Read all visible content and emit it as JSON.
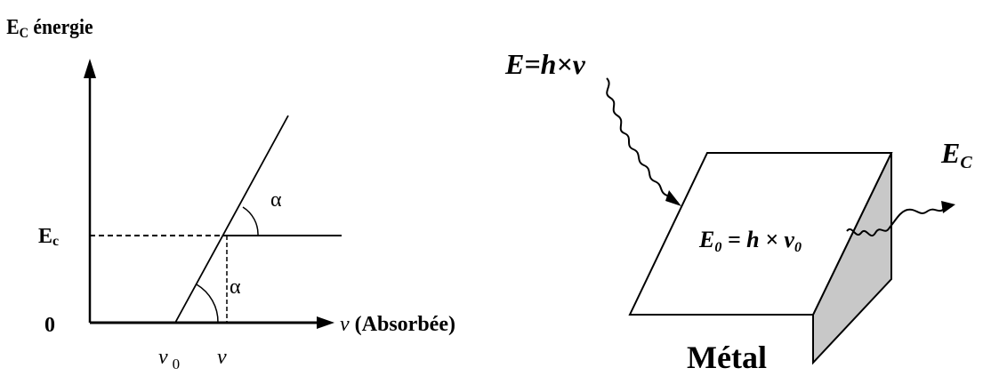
{
  "graph": {
    "y_axis_title_main": "E",
    "y_axis_title_sub": "C",
    "y_axis_title_rest": " énergie",
    "y_tick_zero": "0",
    "y_tick_ec_main": "E",
    "y_tick_ec_sub": "c",
    "x_axis_symbol": "ν",
    "x_axis_label": " (Absorbée)",
    "x_tick_nu0_main": "ν",
    "x_tick_nu0_sub": "0",
    "x_tick_nu": "ν",
    "angle_upper": "α",
    "angle_lower": "α"
  },
  "scheme": {
    "photon_energy_label": "E=h×ν",
    "plate_label_main": "E",
    "plate_label_sub": "0",
    "plate_label_mid": " = h × ν",
    "plate_label_sub2": "0",
    "emitted_main": "E",
    "emitted_sub": "C",
    "metal_label": "Métal",
    "plate_side_color": "#c8c8c8"
  }
}
